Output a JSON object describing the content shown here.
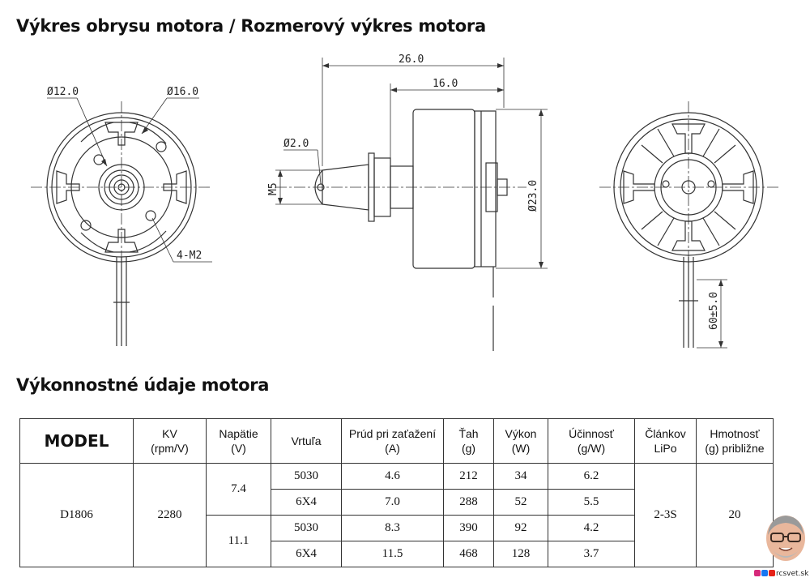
{
  "titles": {
    "drawing": "Výkres obrysu motora / Rozmerový výkres motora",
    "performance": "Výkonnostné údaje motora"
  },
  "dimensions": {
    "d12": "Ø12.0",
    "d16": "Ø16.0",
    "m2": "4-M2",
    "l26": "26.0",
    "l16": "16.0",
    "d2": "Ø2.0",
    "m5": "M5",
    "d23": "Ø23.0",
    "lead": "60±5.0"
  },
  "table": {
    "headers": {
      "model": "MODEL",
      "kv_1": "KV",
      "kv_2": "(rpm/V)",
      "voltage_1": "Napätie",
      "voltage_2": "(V)",
      "prop": "Vrtuľa",
      "current_1": "Prúd pri zaťažení",
      "current_2": "(A)",
      "thrust_1": "Ťah",
      "thrust_2": "(g)",
      "power_1": "Výkon",
      "power_2": "(W)",
      "eff_1": "Účinnosť",
      "eff_2": "(g/W)",
      "cells_1": "Článkov",
      "cells_2": "LiPo",
      "weight_1": "Hmotnosť",
      "weight_2": "(g) približne"
    },
    "model": "D1806",
    "kv": "2280",
    "cells": "2-3S",
    "weight": "20",
    "voltage_groups": [
      "7.4",
      "11.1"
    ],
    "rows": [
      {
        "prop": "5030",
        "current": "4.6",
        "thrust": "212",
        "power": "34",
        "eff": "6.2"
      },
      {
        "prop": "6X4",
        "current": "7.0",
        "thrust": "288",
        "power": "52",
        "eff": "5.5"
      },
      {
        "prop": "5030",
        "current": "8.3",
        "thrust": "390",
        "power": "92",
        "eff": "4.2"
      },
      {
        "prop": "6X4",
        "current": "11.5",
        "thrust": "468",
        "power": "128",
        "eff": "3.7"
      }
    ]
  },
  "credit": "rcsvet.sk",
  "icons": [
    "instagram-icon",
    "facebook-icon",
    "youtube-icon"
  ]
}
